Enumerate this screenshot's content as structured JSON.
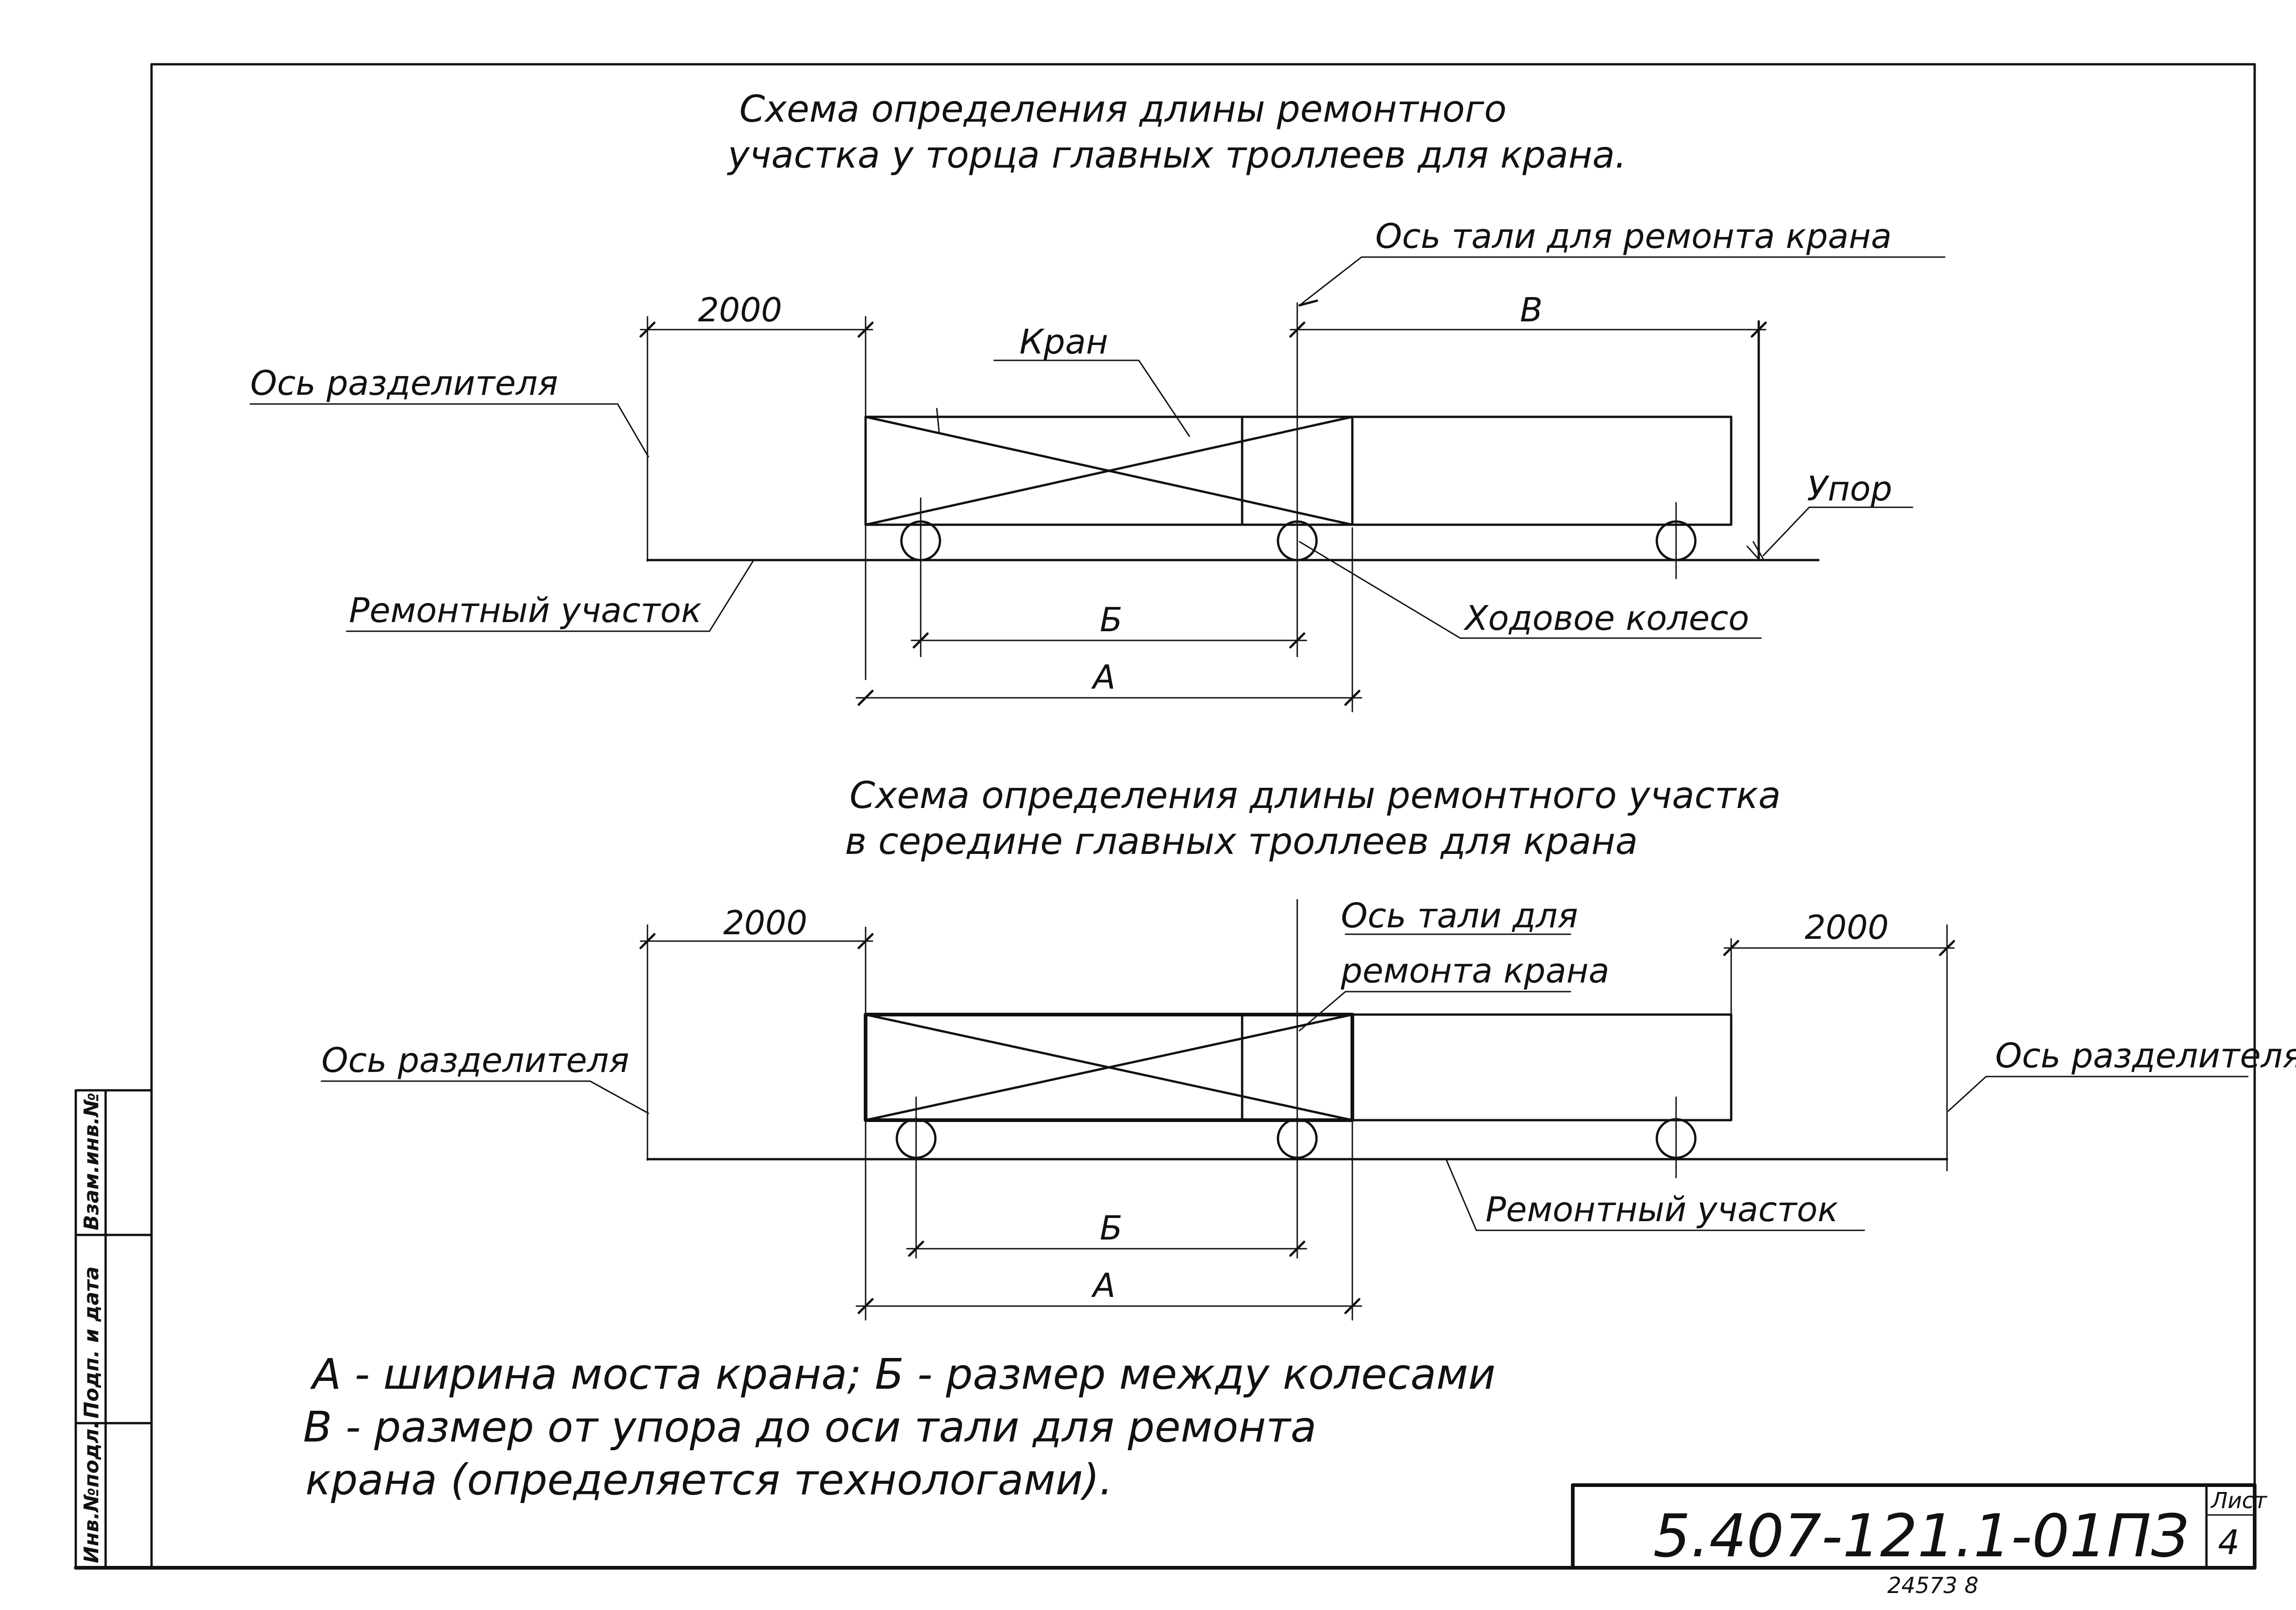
{
  "scheme1": {
    "title_line1": "Схема определения длины ремонтного",
    "title_line2": "участка у торца главных троллеев для крана.",
    "axis_divider": "Ось разделителя",
    "crane": "Кран",
    "axis_hoist": "Ось тали для ремонта крана",
    "stop": "Упор",
    "repair_section": "Ремонтный участок",
    "running_wheel": "Ходовое колесо",
    "dim_2000": "2000",
    "dim_v": "В",
    "dim_b": "Б",
    "dim_a": "А"
  },
  "scheme2": {
    "title_line1": "Схема определения длины ремонтного участка",
    "title_line2": "в середине главных троллеев для крана",
    "axis_divider_left": "Ось разделителя",
    "axis_divider_right": "Ось разделителя",
    "axis_hoist_line1": "Ось тали для",
    "axis_hoist_line2": "ремонта крана",
    "repair_section": "Ремонтный участок",
    "dim_2000_left": "2000",
    "dim_2000_right": "2000",
    "dim_b": "Б",
    "dim_a": "А"
  },
  "notes": {
    "line1": "А - ширина моста крана; Б - размер между колесами",
    "line2": "В - размер от упора до оси тали для ремонта",
    "line3": "крана (определяется технологами)."
  },
  "title_block": {
    "doc_code": "5.407-121.1-01ПЗ",
    "sheet_label": "Лист",
    "sheet_number": "4",
    "archive_number": "24573 8"
  },
  "side_stamp": {
    "field1": "Инв.№подл.",
    "field2": "Подп. и дата",
    "field3": "Взам.инв.№"
  }
}
